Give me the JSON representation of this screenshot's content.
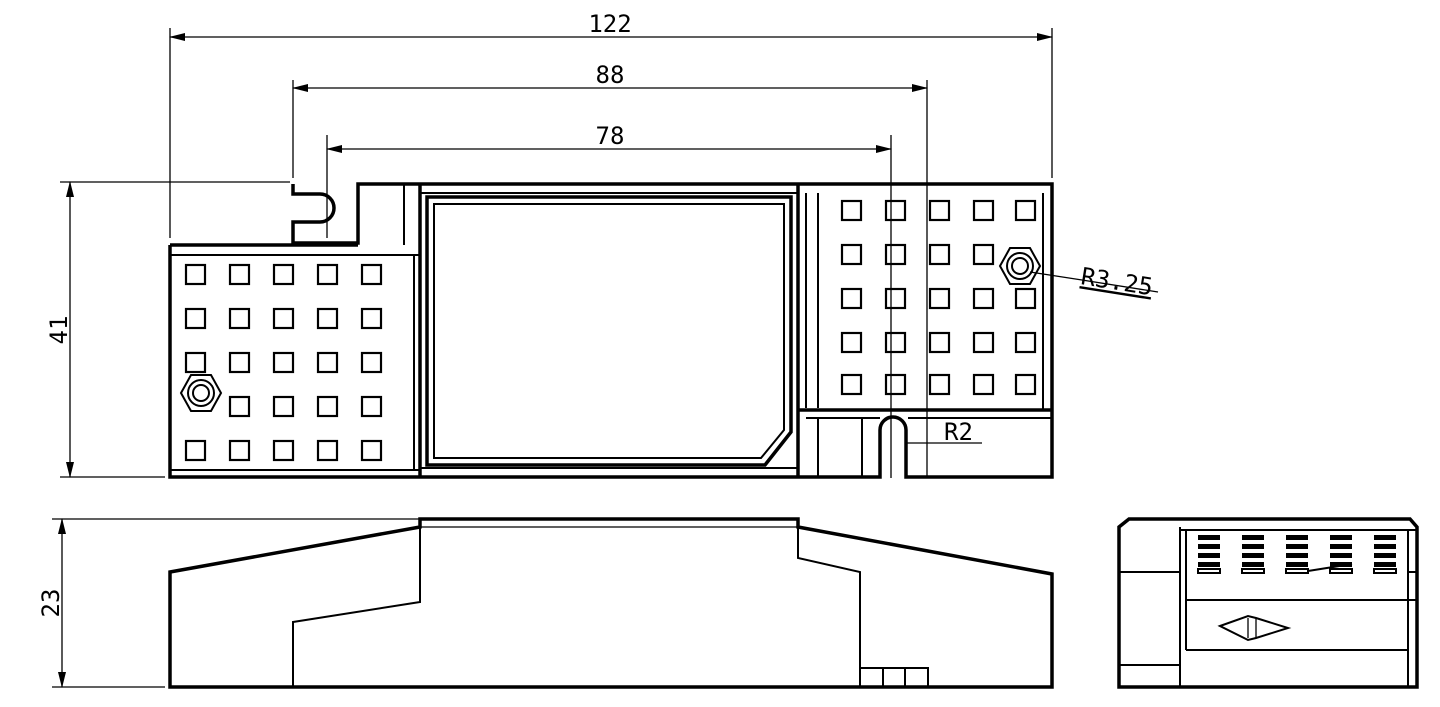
{
  "drawing": {
    "dimensions": {
      "overall_length": "122",
      "mount_spacing_outer": "88",
      "mount_spacing_inner": "78",
      "height": "41",
      "depth": "23"
    },
    "radii": {
      "mount_hole": "R3.25",
      "slot": "R2"
    }
  }
}
